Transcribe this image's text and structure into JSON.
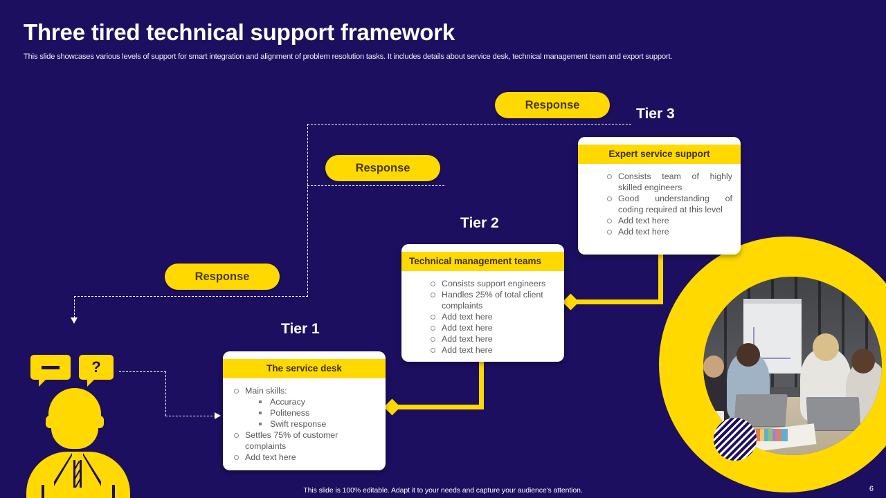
{
  "slide": {
    "title": "Three tired technical support framework",
    "subtitle": "This slide showcases various levels of support for smart integration and alignment of problem resolution tasks. It includes details about service desk, technical management team and export support.",
    "footer_note": "This slide is 100% editable.  Adapt it to your needs and capture your audience's attention.",
    "page_number": "6",
    "colors": {
      "background": "#1c0f60",
      "accent_yellow": "#ffd900",
      "card_background": "#ffffff",
      "heading_text": "#3d3000",
      "body_text": "#58595b"
    }
  },
  "response_pills": [
    {
      "label": "Response"
    },
    {
      "label": "Response"
    },
    {
      "label": "Response"
    }
  ],
  "tiers": [
    {
      "tier_label": "Tier 1",
      "card_title": "The service desk",
      "bullets": [
        {
          "text": "Main skills:",
          "sub": [
            "Accuracy",
            "Politeness",
            "Swift response"
          ]
        },
        {
          "text": "Settles 75% of customer complaints",
          "sub": []
        },
        {
          "text": "Add text here",
          "sub": []
        }
      ]
    },
    {
      "tier_label": "Tier 2",
      "card_title": "Technical management teams",
      "bullets": [
        {
          "text": "Consists support engineers",
          "sub": []
        },
        {
          "text": "Handles 25% of total client complaints",
          "sub": []
        },
        {
          "text": "Add text here",
          "sub": []
        },
        {
          "text": "Add text here",
          "sub": []
        },
        {
          "text": "Add text here",
          "sub": []
        },
        {
          "text": "Add text here",
          "sub": []
        }
      ]
    },
    {
      "tier_label": "Tier 3",
      "card_title": "Expert service support",
      "bullets": [
        {
          "text": "Consists team of highly skilled engineers",
          "sub": []
        },
        {
          "text": "Good understanding of coding required at this level",
          "sub": []
        },
        {
          "text": "Add text here",
          "sub": []
        },
        {
          "text": "Add text here",
          "sub": []
        }
      ]
    }
  ],
  "customer_icon": {
    "bubble_one": "—",
    "bubble_two": "?"
  }
}
